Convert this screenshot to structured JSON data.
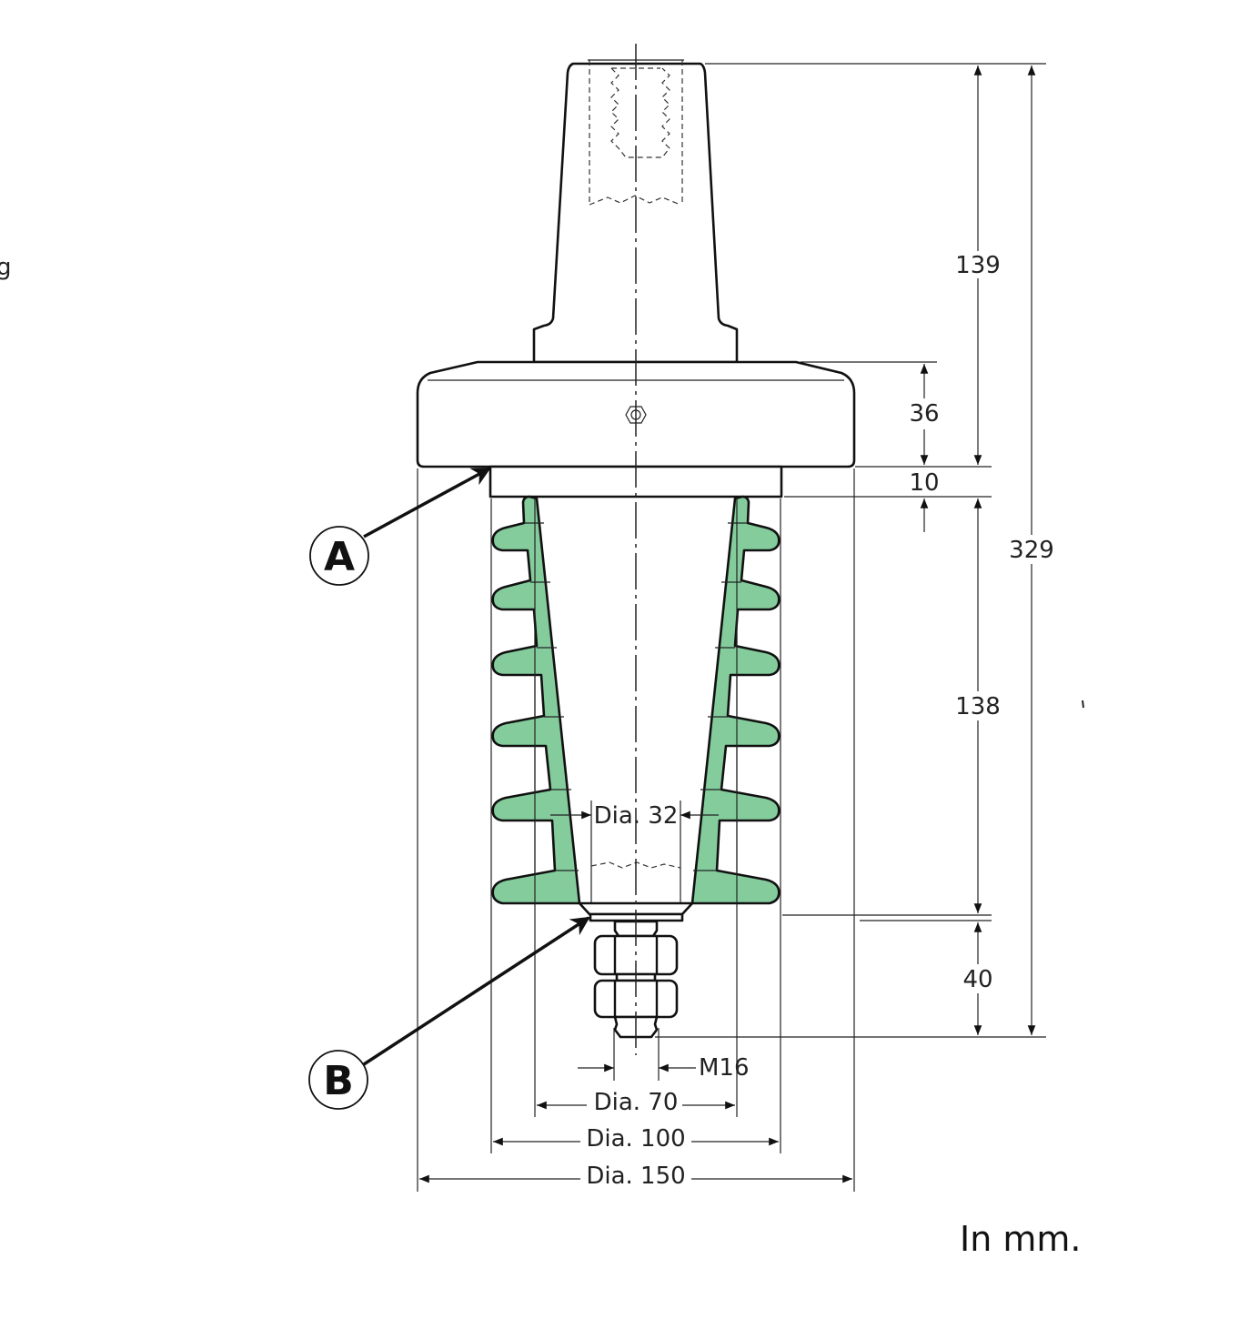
{
  "drawing": {
    "dimensions": {
      "top_height": "139",
      "flange_height": "36",
      "gap_height": "10",
      "overall_height": "329",
      "shed_height": "138",
      "stud_height": "40",
      "bore_dia": "Dia. 32",
      "thread": "M16",
      "core_dia": "Dia. 70",
      "shed_dia": "Dia. 100",
      "flange_dia": "Dia. 150"
    },
    "callouts": {
      "a": "A",
      "b": "B"
    },
    "units_note": "In mm.",
    "edge_fragment": "g",
    "shed_color": "#84cc9c"
  }
}
